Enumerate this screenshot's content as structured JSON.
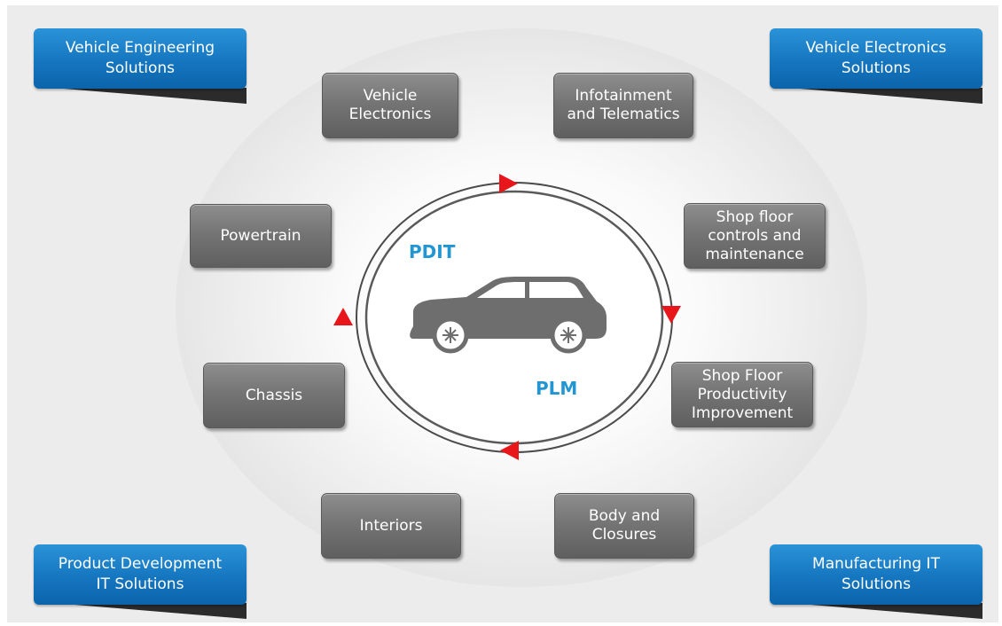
{
  "colors": {
    "blue_box": "#1576bf",
    "gray_box": "#757575",
    "arrow": "#e8161b",
    "accent_text": "#2196d3",
    "car": "#6e6e6e"
  },
  "corners": {
    "top_left": [
      "Vehicle Engineering",
      "Solutions"
    ],
    "top_right": [
      "Vehicle Electronics",
      "Solutions"
    ],
    "bottom_left": [
      "Product Development",
      "IT Solutions"
    ],
    "bottom_right": [
      "Manufacturing IT",
      "Solutions"
    ]
  },
  "boxes": {
    "vehicle_electronics": [
      "Vehicle",
      "Electronics"
    ],
    "infotainment": [
      "Infotainment",
      "and Telematics"
    ],
    "powertrain": [
      "Powertrain"
    ],
    "shop_floor_controls": [
      "Shop floor",
      "controls and",
      "maintenance"
    ],
    "chassis": [
      "Chassis"
    ],
    "shop_floor_productivity": [
      "Shop Floor",
      "Productivity",
      "Improvement"
    ],
    "interiors": [
      "Interiors"
    ],
    "body_closures": [
      "Body and",
      "Closures"
    ]
  },
  "center": {
    "pdit": "PDIT",
    "plm": "PLM",
    "icon": "car-icon"
  }
}
